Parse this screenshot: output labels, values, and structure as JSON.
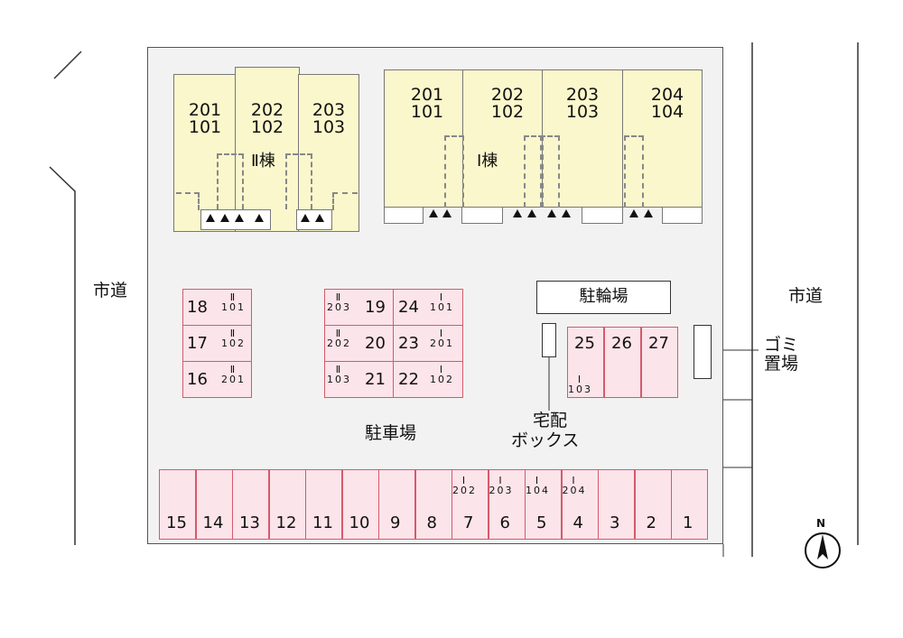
{
  "roads": {
    "left": "市道",
    "right": "市道"
  },
  "building_2": {
    "name": "Ⅱ棟",
    "units": [
      {
        "upper": "201",
        "lower": "101"
      },
      {
        "upper": "202",
        "lower": "102"
      },
      {
        "upper": "203",
        "lower": "103"
      }
    ]
  },
  "building_1": {
    "name": "Ⅰ棟",
    "units": [
      {
        "upper": "201",
        "lower": "101"
      },
      {
        "upper": "202",
        "lower": "102"
      },
      {
        "upper": "203",
        "lower": "103"
      },
      {
        "upper": "204",
        "lower": "104"
      }
    ]
  },
  "facilities": {
    "bicycle_parking": "駐輪場",
    "parking_lot": "駐車場",
    "delivery_box_line1": "宅配",
    "delivery_box_line2": "ボックス",
    "garbage_line1": "ゴミ",
    "garbage_line2": "置場"
  },
  "compass": "N",
  "parking": {
    "left_column": [
      {
        "num": "18",
        "bldg": "Ⅱ",
        "room": "101"
      },
      {
        "num": "17",
        "bldg": "Ⅱ",
        "room": "102"
      },
      {
        "num": "16",
        "bldg": "Ⅱ",
        "room": "201"
      }
    ],
    "center_left": [
      {
        "num": "19",
        "bldg": "Ⅱ",
        "room": "203"
      },
      {
        "num": "20",
        "bldg": "Ⅱ",
        "room": "202"
      },
      {
        "num": "21",
        "bldg": "Ⅱ",
        "room": "103"
      }
    ],
    "center_right": [
      {
        "num": "24",
        "bldg": "Ⅰ",
        "room": "101"
      },
      {
        "num": "23",
        "bldg": "Ⅰ",
        "room": "201"
      },
      {
        "num": "22",
        "bldg": "Ⅰ",
        "room": "102"
      }
    ],
    "right_group": [
      {
        "num": "25",
        "bldg": "Ⅰ",
        "room": "103"
      },
      {
        "num": "26",
        "bldg": "",
        "room": ""
      },
      {
        "num": "27",
        "bldg": "",
        "room": ""
      }
    ],
    "bottom_row": [
      {
        "num": "15",
        "bldg": "",
        "room": ""
      },
      {
        "num": "14",
        "bldg": "",
        "room": ""
      },
      {
        "num": "13",
        "bldg": "",
        "room": ""
      },
      {
        "num": "12",
        "bldg": "",
        "room": ""
      },
      {
        "num": "11",
        "bldg": "",
        "room": ""
      },
      {
        "num": "10",
        "bldg": "",
        "room": ""
      },
      {
        "num": "9",
        "bldg": "",
        "room": ""
      },
      {
        "num": "8",
        "bldg": "",
        "room": ""
      },
      {
        "num": "7",
        "bldg": "Ⅰ",
        "room": "202"
      },
      {
        "num": "6",
        "bldg": "Ⅰ",
        "room": "203"
      },
      {
        "num": "5",
        "bldg": "Ⅰ",
        "room": "104"
      },
      {
        "num": "4",
        "bldg": "Ⅰ",
        "room": "204"
      },
      {
        "num": "3",
        "bldg": "",
        "room": ""
      },
      {
        "num": "2",
        "bldg": "",
        "room": ""
      },
      {
        "num": "1",
        "bldg": "",
        "room": ""
      }
    ]
  },
  "colors": {
    "building": "#fbf7cc",
    "parking": "#fbe4ea",
    "parking_border": "#d45a6c",
    "ground": "#f2f2f2"
  }
}
